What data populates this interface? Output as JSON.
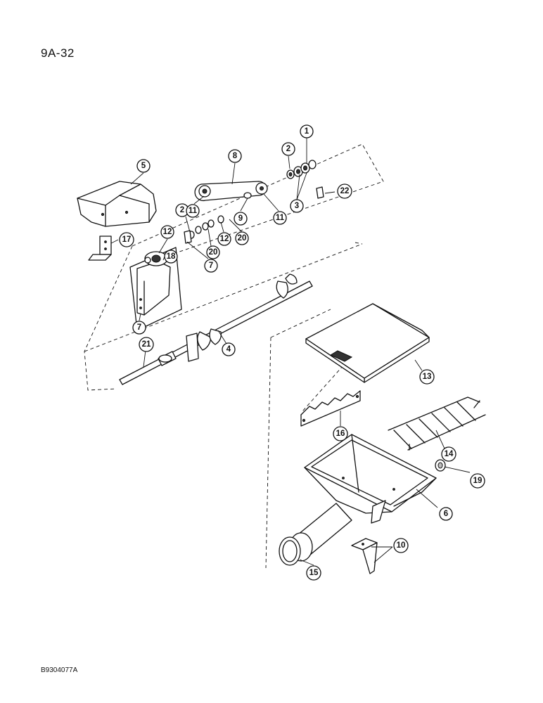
{
  "page": {
    "number": "9A-32",
    "figure_code": "B9304077A"
  },
  "callouts": [
    {
      "id": "c1",
      "label": "1"
    },
    {
      "id": "c2a",
      "label": "2"
    },
    {
      "id": "c2b",
      "label": "2"
    },
    {
      "id": "c3",
      "label": "3"
    },
    {
      "id": "c4",
      "label": "4"
    },
    {
      "id": "c5",
      "label": "5"
    },
    {
      "id": "c6",
      "label": "6"
    },
    {
      "id": "c7a",
      "label": "7"
    },
    {
      "id": "c7b",
      "label": "7"
    },
    {
      "id": "c8",
      "label": "8"
    },
    {
      "id": "c9",
      "label": "9"
    },
    {
      "id": "c10",
      "label": "10"
    },
    {
      "id": "c11a",
      "label": "11"
    },
    {
      "id": "c11b",
      "label": "11"
    },
    {
      "id": "c12a",
      "label": "12"
    },
    {
      "id": "c12b",
      "label": "12"
    },
    {
      "id": "c13",
      "label": "13"
    },
    {
      "id": "c14",
      "label": "14"
    },
    {
      "id": "c15",
      "label": "15"
    },
    {
      "id": "c16",
      "label": "16"
    },
    {
      "id": "c17",
      "label": "17"
    },
    {
      "id": "c18",
      "label": "18"
    },
    {
      "id": "c19",
      "label": "19"
    },
    {
      "id": "c20a",
      "label": "20"
    },
    {
      "id": "c20b",
      "label": "20"
    },
    {
      "id": "c21",
      "label": "21"
    },
    {
      "id": "c22",
      "label": "22"
    }
  ]
}
